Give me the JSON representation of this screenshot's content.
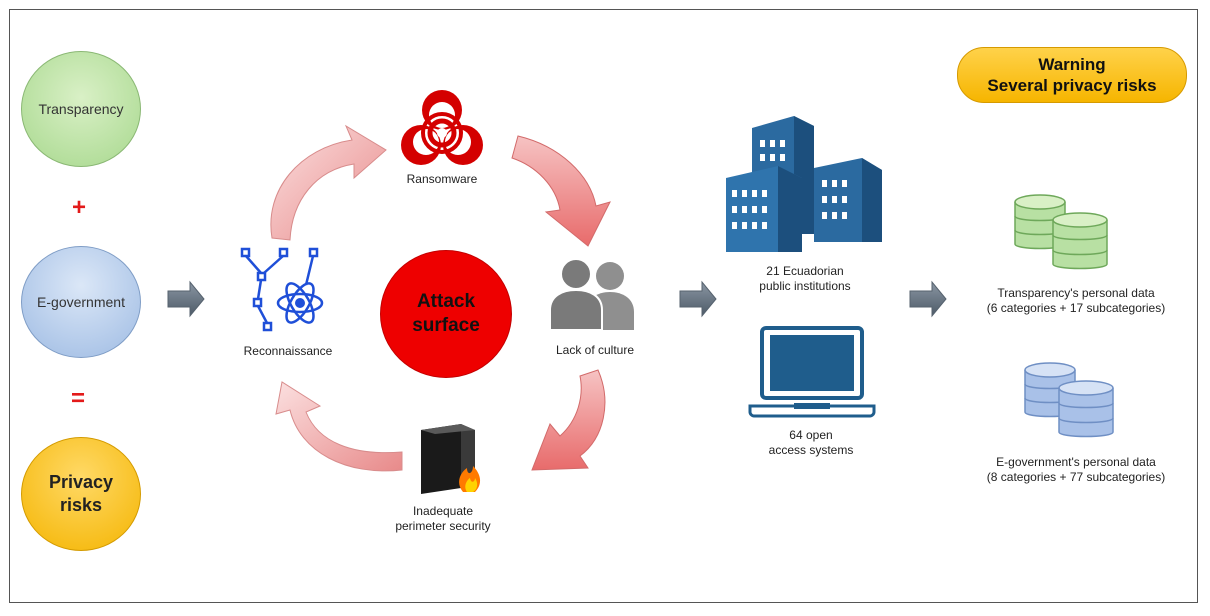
{
  "left": {
    "transparency": "Transparency",
    "plus": "+",
    "egov": "E-government",
    "equals": "=",
    "privacy_line1": "Privacy",
    "privacy_line2": "risks"
  },
  "cycle": {
    "ransomware": "Ransomware",
    "reconnaissance": "Reconnaissance",
    "lack_of_culture": "Lack of culture",
    "perimeter_line1": "Inadequate",
    "perimeter_line2": "perimeter security",
    "attack_line1": "Attack",
    "attack_line2": "surface"
  },
  "middle": {
    "institutions_line1": "21 Ecuadorian",
    "institutions_line2": "public institutions",
    "systems_line1": "64 open",
    "systems_line2": "access systems"
  },
  "right": {
    "warning_line1": "Warning",
    "warning_line2": "Several privacy risks",
    "transparency_data_line1": "Transparency's personal data",
    "transparency_data_line2": "(6 categories + 17 subcategories)",
    "egov_data_line1": "E-government's personal data",
    "egov_data_line2": "(8 categories + 77 subcategories)"
  },
  "colors": {
    "attack": "#ee0000",
    "warning": "#f6b500",
    "building": "#1f5d8c",
    "arrow": "#5d6b7a"
  }
}
